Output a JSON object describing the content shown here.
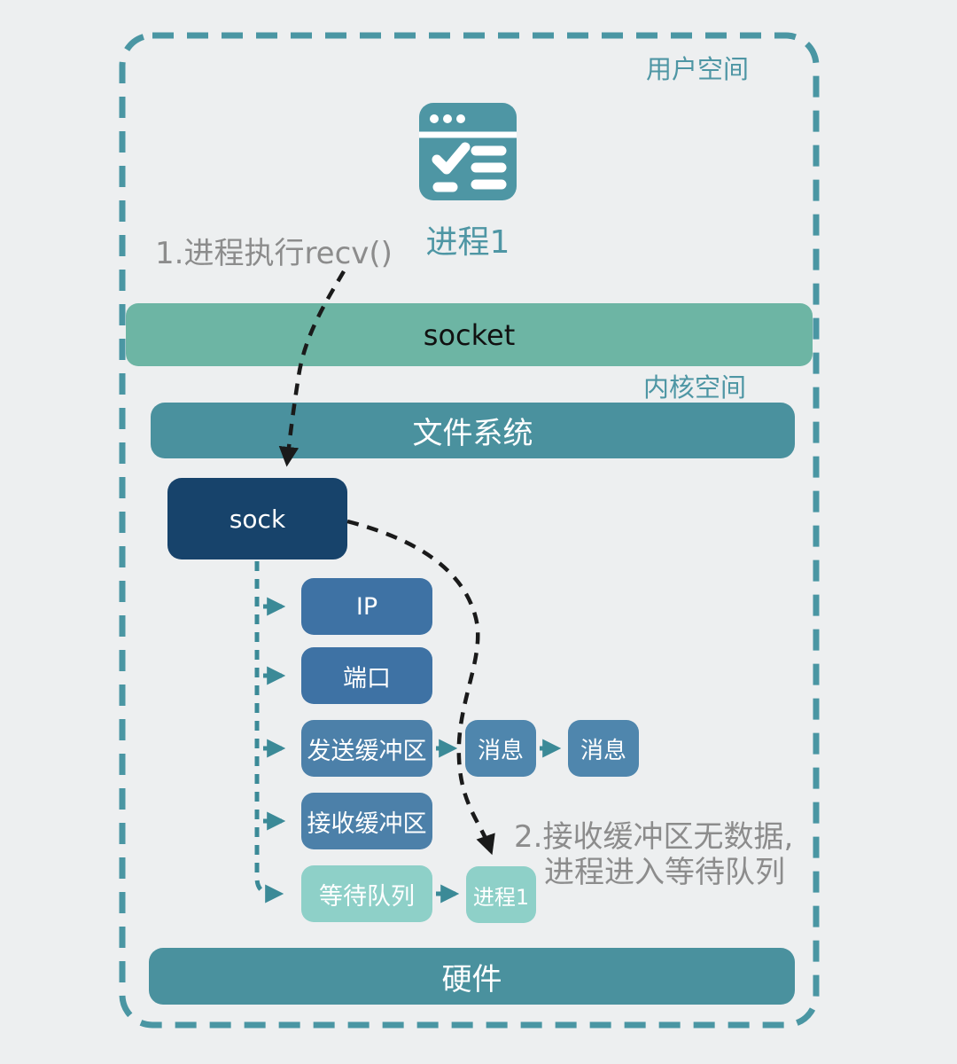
{
  "regions": {
    "user_space_label": "用户空间",
    "kernel_space_label": "内核空间"
  },
  "process": {
    "icon": "app-window-checklist-icon",
    "label": "进程1"
  },
  "annotations": {
    "step1": "1.进程执行recv()",
    "step2_line1": "2.接收缓冲区无数据,",
    "step2_line2": "进程进入等待队列"
  },
  "bars": {
    "socket": "socket",
    "filesystem": "文件系统",
    "hardware": "硬件"
  },
  "sock_box": {
    "label": "sock"
  },
  "sock_fields": [
    {
      "label": "IP"
    },
    {
      "label": "端口"
    },
    {
      "label": "发送缓冲区"
    },
    {
      "label": "接收缓冲区"
    },
    {
      "label": "等待队列"
    }
  ],
  "messages": [
    {
      "label": "消息"
    },
    {
      "label": "消息"
    }
  ],
  "wait_queue_entry": {
    "label": "进程1"
  },
  "colors": {
    "bg": "#edeff0",
    "accent": "#4e96a4",
    "border-teal": "#4a96a3",
    "socket-green": "#6db5a4",
    "bar-teal": "#4a919e",
    "navy": "#17436b",
    "blue1": "#3e72a4",
    "blue2": "#4c80a9",
    "blue3": "#4f86ad",
    "mint": "#8ed0c8",
    "arrow-teal": "#3b8a97",
    "gray-text": "#8c8c8c",
    "ink": "#1a1a1a"
  }
}
